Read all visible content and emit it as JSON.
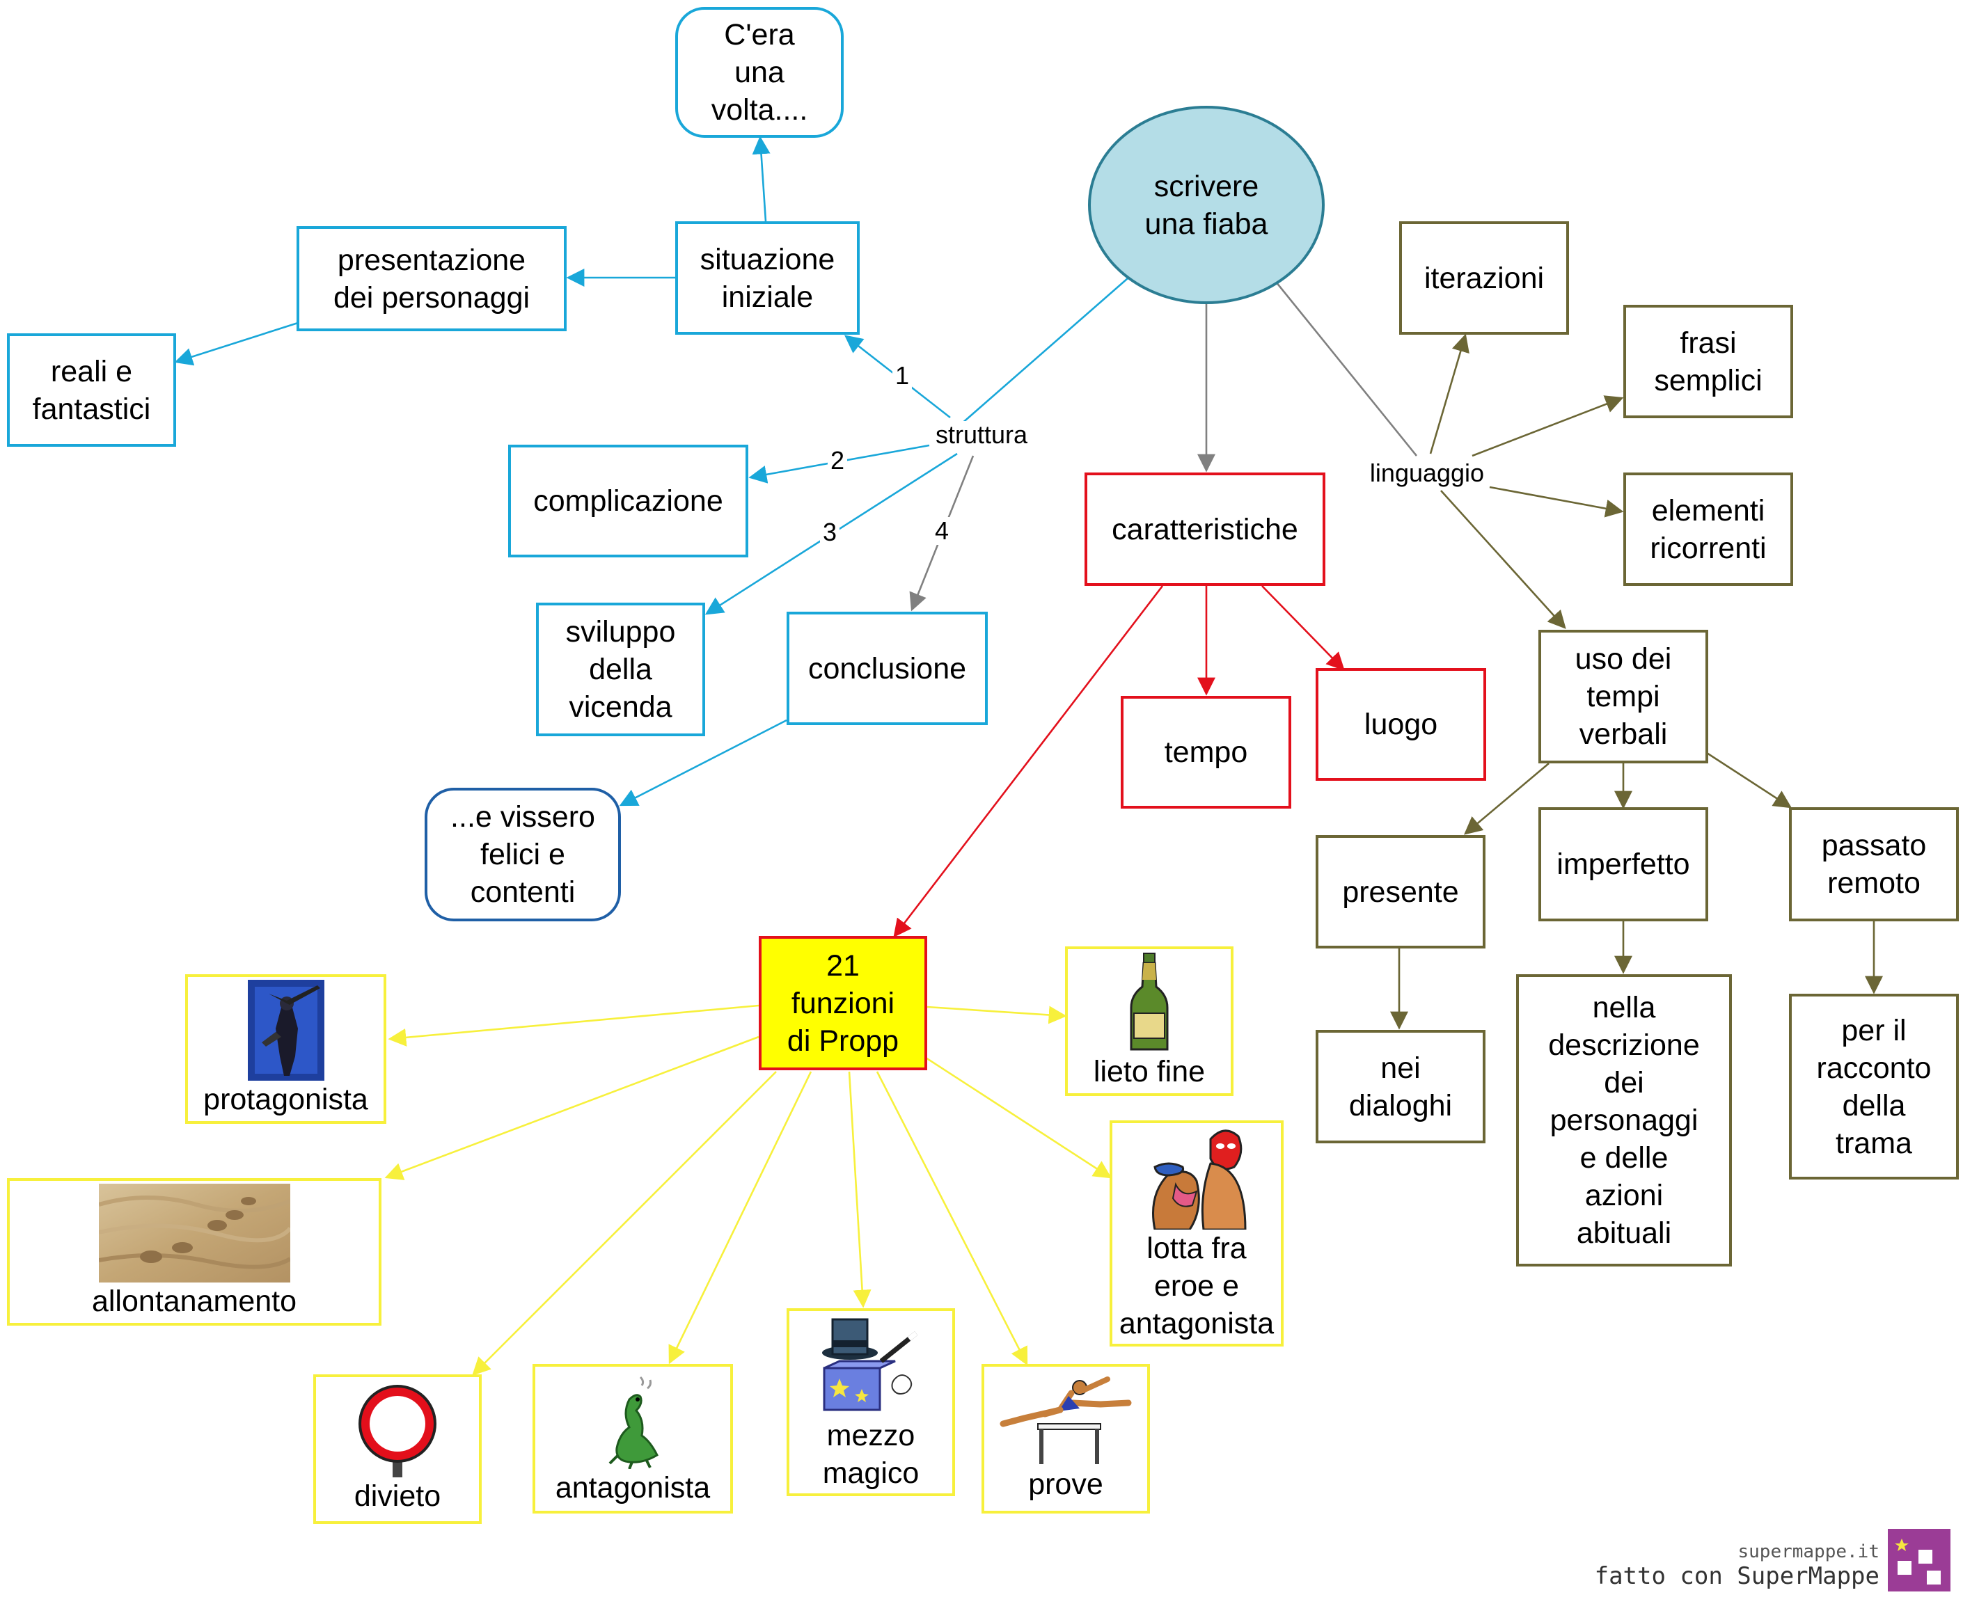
{
  "nodes": {
    "scrivere": "scrivere\nuna fiaba",
    "cera": "C'era\nuna\nvolta....",
    "situazione": "situazione\niniziale",
    "presentazione": "presentazione\ndei  personaggi",
    "reali": "reali e\nfantastici",
    "complicazione": "complicazione",
    "sviluppo": "sviluppo\ndella\nvicenda",
    "conclusione": "conclusione",
    "vissero": "...e vissero\nfelici e\ncontenti",
    "caratteristiche": "caratteristiche",
    "tempo": "tempo",
    "luogo": "luogo",
    "propp": "21\nfunzioni\ndi  Propp",
    "protagonista": "protagonista",
    "allontanamento": "allontanamento",
    "divieto": "divieto",
    "antagonista": "antagonista",
    "mezzo": "mezzo\nmagico",
    "prove": "prove",
    "lotta": "lotta fra\neroe e\nantagonista",
    "lieto": "lieto fine",
    "iterazioni": "iterazioni",
    "frasi": "frasi\nsemplici",
    "elementi": "elementi\nricorrenti",
    "uso": "uso dei\ntempi\nverbali",
    "presente": "presente",
    "imperfetto": "imperfetto",
    "passato": "passato\nremoto",
    "dialoghi": "nei\ndialoghi",
    "descrizione": "nella\ndescrizione\ndei\npersonaggi\ne delle\nazioni\nabituali",
    "racconto": "per il\nracconto\ndella\ntrama"
  },
  "edge_labels": {
    "struttura": "struttura",
    "linguaggio": "linguaggio",
    "n1": "1",
    "n2": "2",
    "n3": "3",
    "n4": "4"
  },
  "footer": {
    "url": "supermappe.it",
    "made": "fatto con SuperMappe"
  },
  "colors": {
    "cyan": "#19a7d9",
    "red": "#e3101c",
    "olive": "#6b6635",
    "yellow": "#f7f03c",
    "grey": "#808080",
    "circle_fill": "#b4dde7"
  }
}
